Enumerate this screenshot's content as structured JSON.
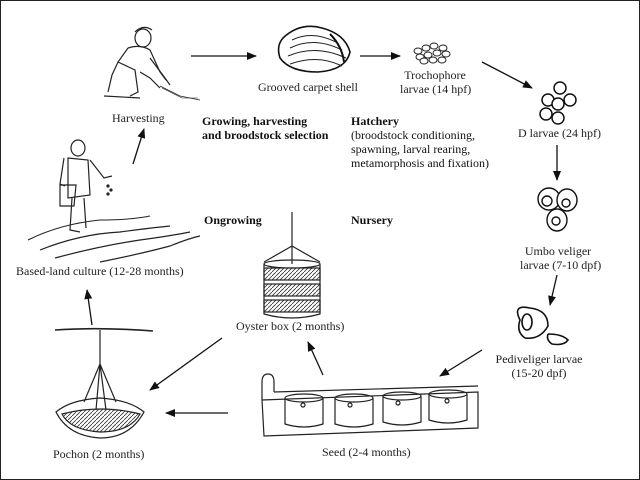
{
  "diagram": {
    "title": "Grooved carpet shell aquaculture life cycle",
    "nodes": {
      "harvesting": {
        "label": "Harvesting",
        "icon": "harvester-icon"
      },
      "shell": {
        "label": "Grooved carpet shell",
        "icon": "clam-shell-icon"
      },
      "trochophore": {
        "line1": "Trochophore",
        "line2": "larvae (14 hpf)",
        "icon": "trochophore-larvae-icon"
      },
      "dlarvae": {
        "label": "D larvae (24 hpf)",
        "icon": "d-larvae-icon"
      },
      "umbo": {
        "line1": "Umbo veliger",
        "line2": "larvae (7-10 dpf)",
        "icon": "umbo-veliger-icon"
      },
      "pediveliger": {
        "line1": "Pediveliger larvae",
        "line2": "(15-20 dpf)",
        "icon": "pediveliger-icon"
      },
      "seed": {
        "label": "Seed (2-4 months)",
        "icon": "seed-tank-icon"
      },
      "oysterbox": {
        "label": "Oyster box (2 months)",
        "icon": "oyster-box-icon"
      },
      "pochon": {
        "label": "Pochon (2 months)",
        "icon": "pochon-basket-icon"
      },
      "landculture": {
        "label": "Based-land culture (12-28 months)",
        "icon": "sower-icon"
      }
    },
    "stages": {
      "growing": {
        "line1": "Growing, harvesting",
        "line2": "and broodstock selection"
      },
      "hatchery": {
        "title": "Hatchery",
        "line1": "(broodstock conditioning,",
        "line2": "spawning, larval rearing,",
        "line3": "metamorphosis and fixation)"
      },
      "ongrowing": {
        "title": "Ongrowing"
      },
      "nursery": {
        "title": "Nursery"
      }
    },
    "edges": [
      {
        "from": "harvesting",
        "to": "shell"
      },
      {
        "from": "shell",
        "to": "trochophore"
      },
      {
        "from": "trochophore",
        "to": "dlarvae"
      },
      {
        "from": "dlarvae",
        "to": "umbo"
      },
      {
        "from": "umbo",
        "to": "pediveliger"
      },
      {
        "from": "pediveliger",
        "to": "seed"
      },
      {
        "from": "seed",
        "to": "oysterbox"
      },
      {
        "from": "seed",
        "to": "pochon"
      },
      {
        "from": "oysterbox",
        "to": "pochon"
      },
      {
        "from": "pochon",
        "to": "landculture"
      },
      {
        "from": "landculture",
        "to": "harvesting"
      }
    ]
  }
}
